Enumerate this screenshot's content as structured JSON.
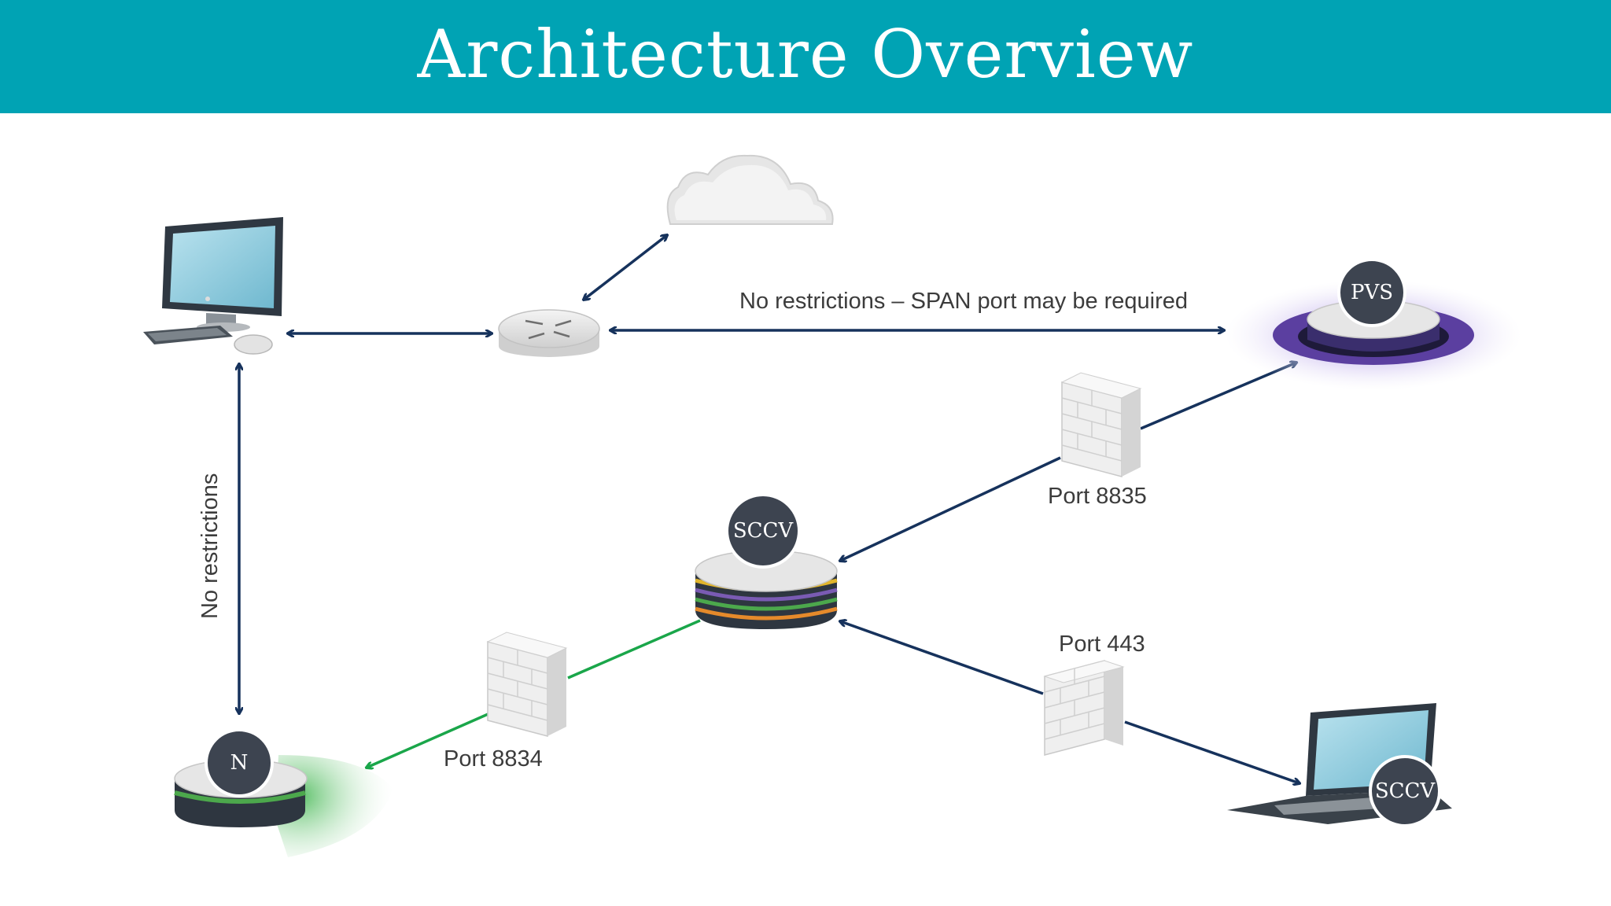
{
  "title": "Architecture Overview",
  "colors": {
    "header_bg": "#00a3b4",
    "arrow_dark": "#16325c",
    "arrow_green": "#1aa64a",
    "node_badge": "#3d4450",
    "pvs_ring": "#5b3fa0"
  },
  "nodes": {
    "pvs": "PVS",
    "sccv_server": "SCCV",
    "nessus": "N",
    "sccv_agent": "SCCV"
  },
  "labels": {
    "span": "No restrictions – SPAN port may be required",
    "vertical": "No restrictions",
    "port_8835": "Port 8835",
    "port_443": "Port 443",
    "port_8834": "Port 8834"
  },
  "icons": {
    "workstation": "desktop-computer-icon",
    "router": "router-icon",
    "cloud": "cloud-icon",
    "firewall": "firewall-icon",
    "laptop": "laptop-icon"
  }
}
